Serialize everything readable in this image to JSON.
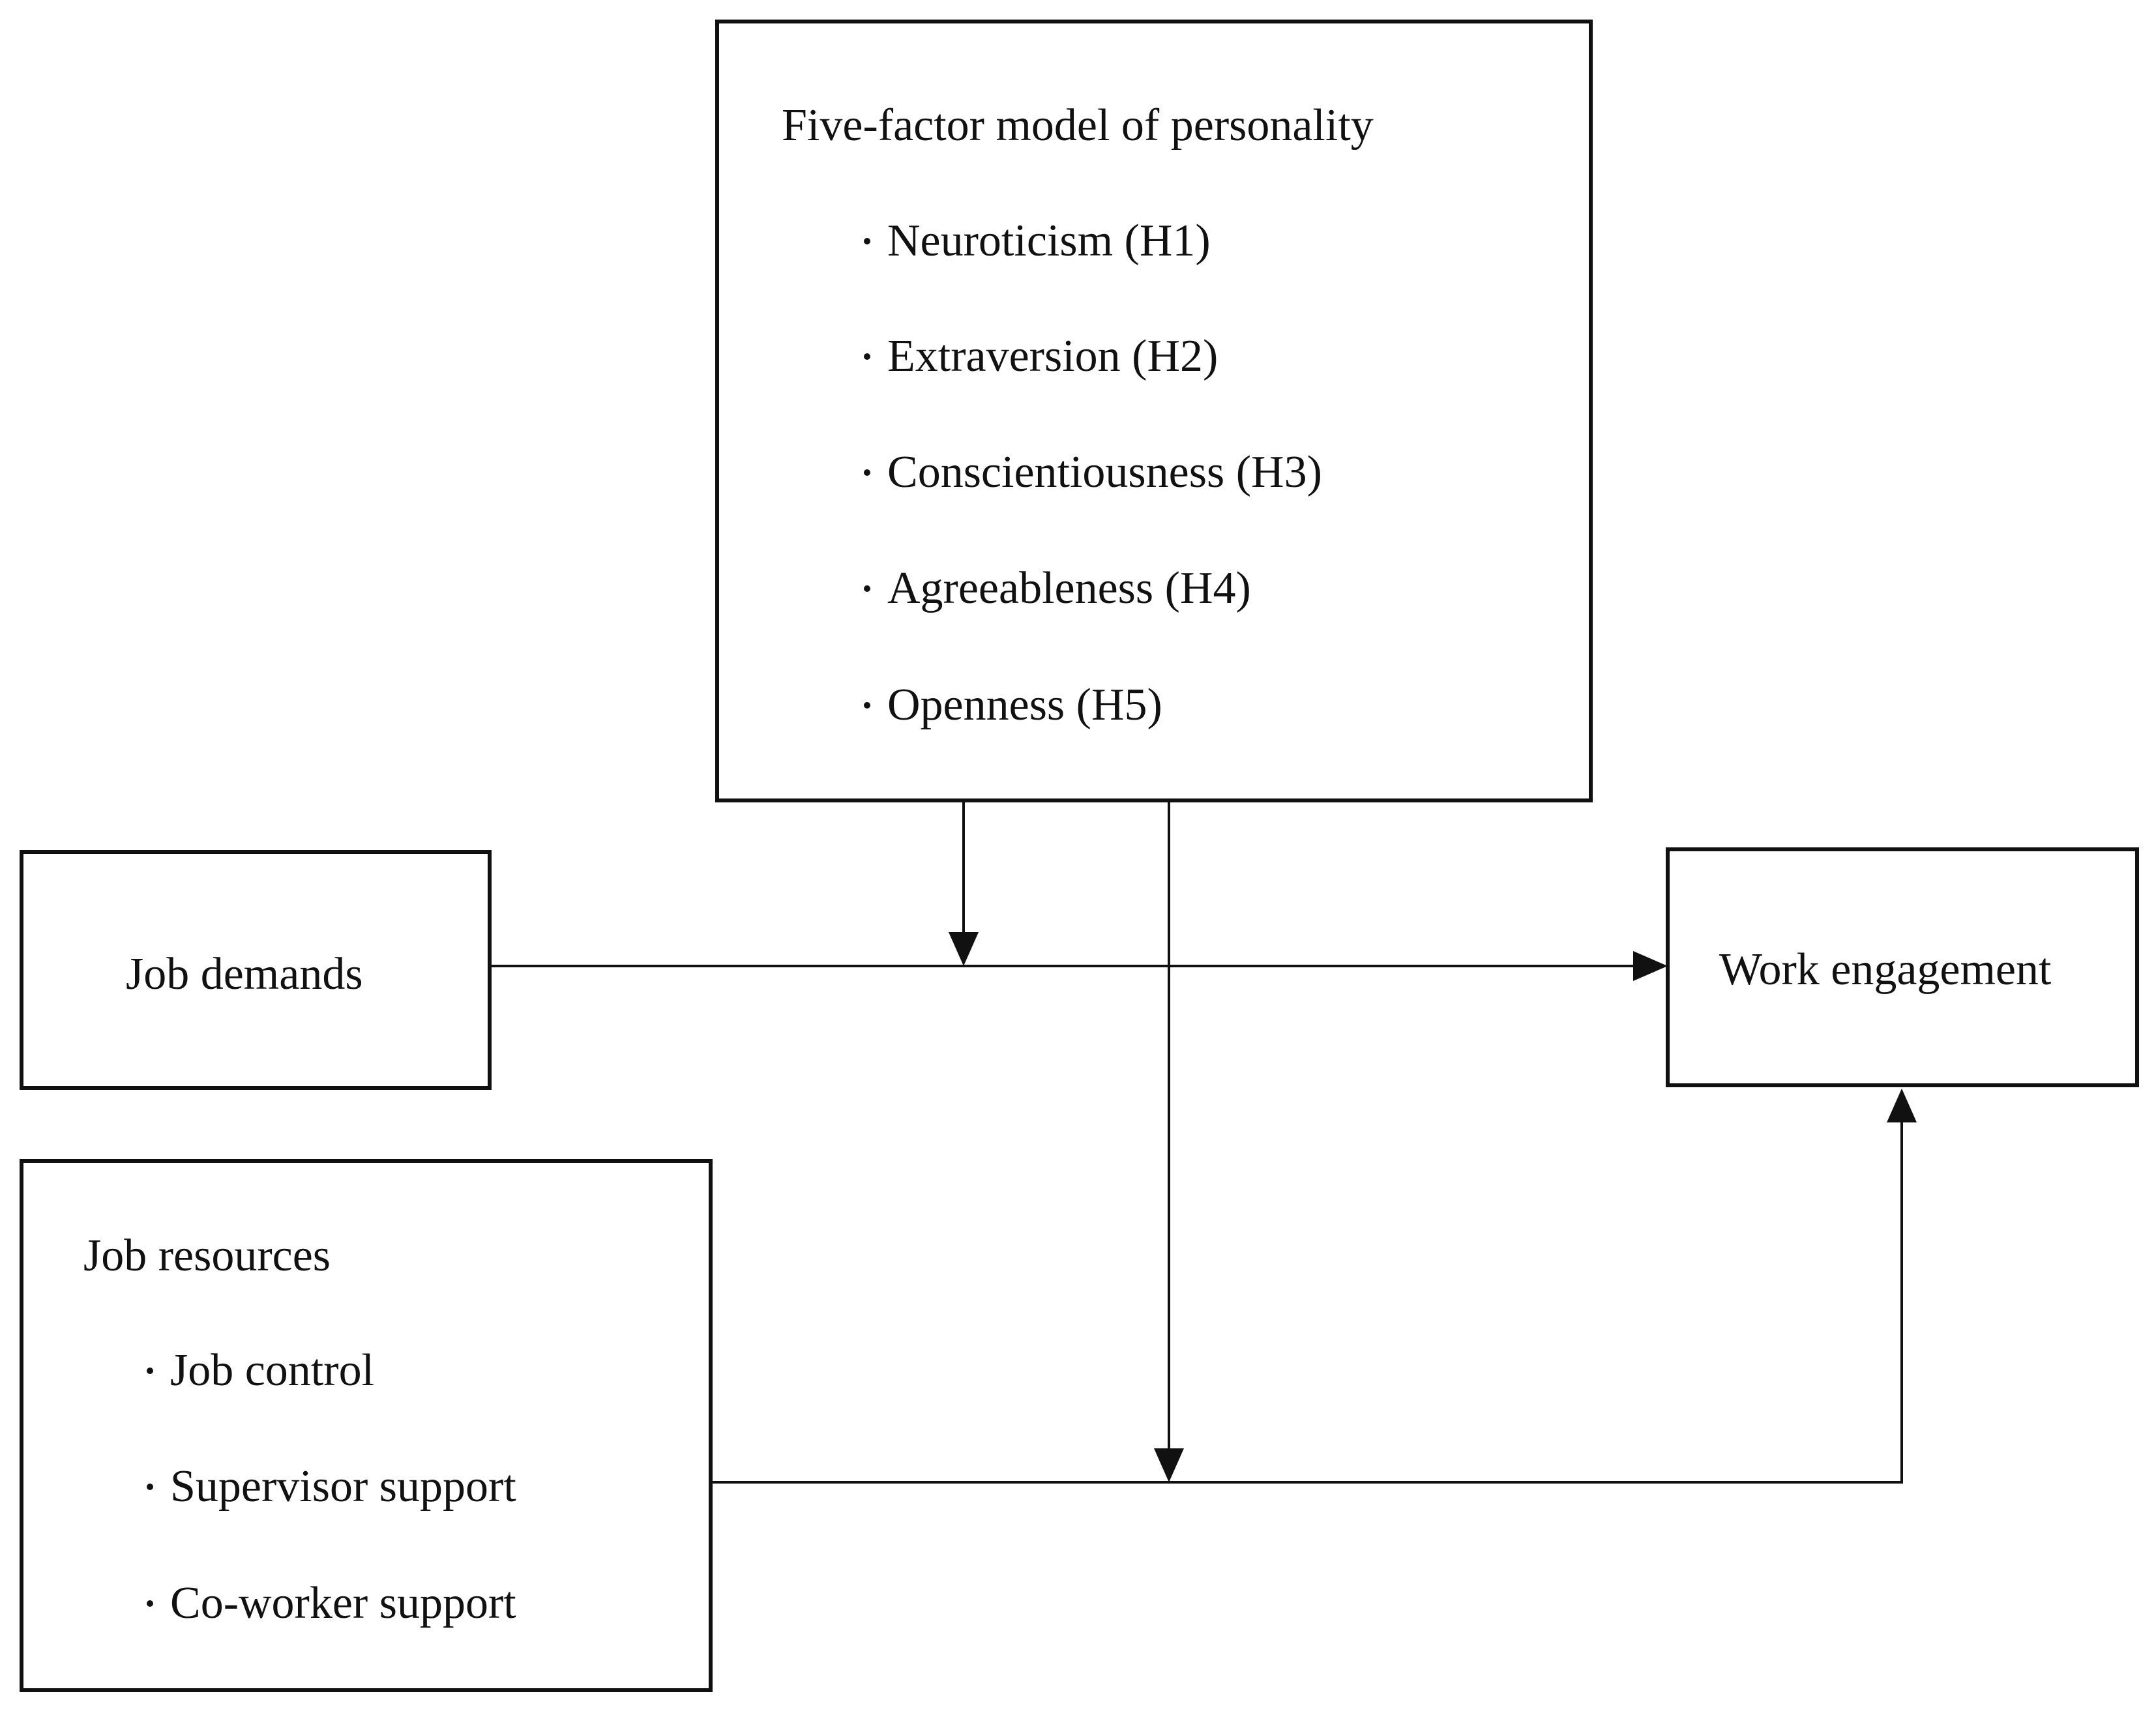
{
  "personality": {
    "title": "Five-factor model of personality",
    "items": [
      "Neuroticism (H1)",
      "Extraversion (H2)",
      "Conscientiousness (H3)",
      "Agreeableness (H4)",
      "Openness (H5)"
    ]
  },
  "job_demands": {
    "label": "Job demands"
  },
  "work_engagement": {
    "label": "Work engagement"
  },
  "job_resources": {
    "title": "Job resources",
    "items": [
      "Job control",
      "Supervisor support",
      "Co-worker support"
    ]
  },
  "colors": {
    "stroke": "#111111",
    "background": "#ffffff"
  }
}
